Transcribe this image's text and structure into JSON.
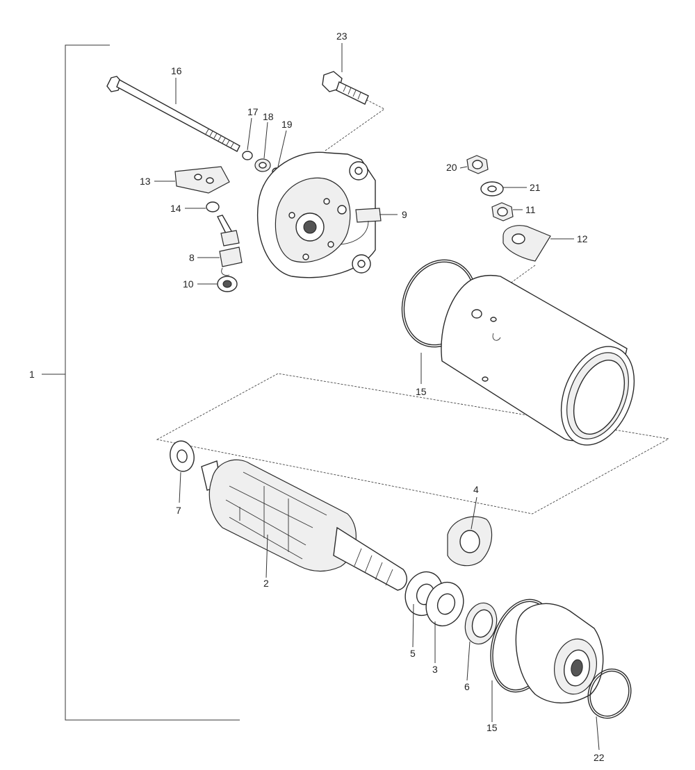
{
  "diagram": {
    "callouts": [
      {
        "id": "c1",
        "text": "1"
      },
      {
        "id": "c2",
        "text": "2"
      },
      {
        "id": "c3",
        "text": "3"
      },
      {
        "id": "c4",
        "text": "4"
      },
      {
        "id": "c5",
        "text": "5"
      },
      {
        "id": "c6",
        "text": "6"
      },
      {
        "id": "c7",
        "text": "7"
      },
      {
        "id": "c8",
        "text": "8"
      },
      {
        "id": "c9",
        "text": "9"
      },
      {
        "id": "c10",
        "text": "10"
      },
      {
        "id": "c11",
        "text": "11"
      },
      {
        "id": "c12",
        "text": "12"
      },
      {
        "id": "c13",
        "text": "13"
      },
      {
        "id": "c14",
        "text": "14"
      },
      {
        "id": "c15a",
        "text": "15"
      },
      {
        "id": "c15b",
        "text": "15"
      },
      {
        "id": "c16",
        "text": "16"
      },
      {
        "id": "c17",
        "text": "17"
      },
      {
        "id": "c18",
        "text": "18"
      },
      {
        "id": "c19",
        "text": "19"
      },
      {
        "id": "c20",
        "text": "20"
      },
      {
        "id": "c21",
        "text": "21"
      },
      {
        "id": "c22",
        "text": "22"
      },
      {
        "id": "c23",
        "text": "23"
      }
    ]
  }
}
